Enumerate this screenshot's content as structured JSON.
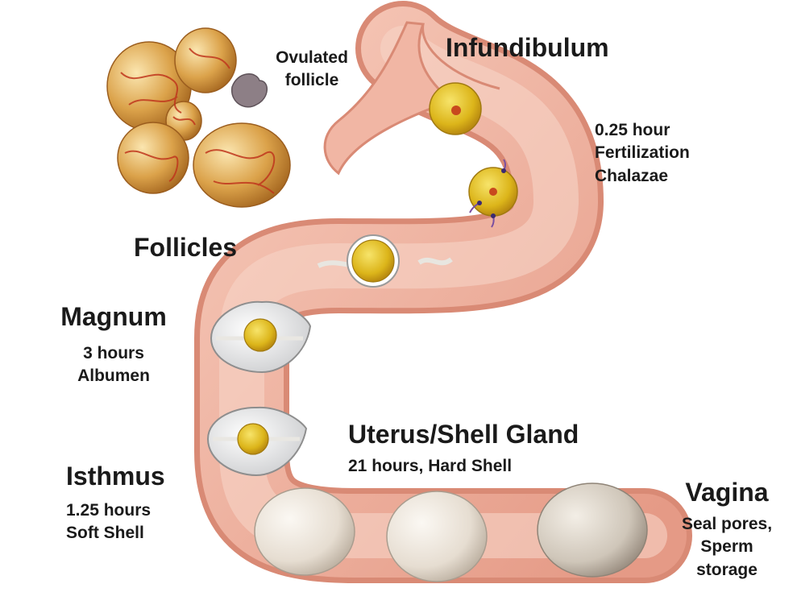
{
  "diagram": {
    "colors": {
      "oviduct": "#e9a18e",
      "oviduct_inner": "#f4c2b2",
      "yolk": "#e6c21c",
      "follicle": "#d79a3a",
      "vessel": "#c0361d",
      "shell": "#ebe5dc"
    },
    "labels": {
      "infundibulum": {
        "title": "Infundibulum",
        "lines": [
          "0.25 hour",
          "Fertilization",
          "Chalazae"
        ]
      },
      "ovulated": {
        "lines": [
          "Ovulated",
          "follicle"
        ]
      },
      "follicles": {
        "title": "Follicles"
      },
      "magnum": {
        "title": "Magnum",
        "lines": [
          "3 hours",
          "Albumen"
        ]
      },
      "isthmus": {
        "title": "Isthmus",
        "lines": [
          "1.25 hours",
          "Soft Shell"
        ]
      },
      "uterus": {
        "title": "Uterus/Shell Gland",
        "lines": [
          "21 hours, Hard Shell"
        ]
      },
      "vagina": {
        "title": "Vagina",
        "lines": [
          "Seal pores,",
          "Sperm",
          "storage"
        ]
      }
    }
  }
}
